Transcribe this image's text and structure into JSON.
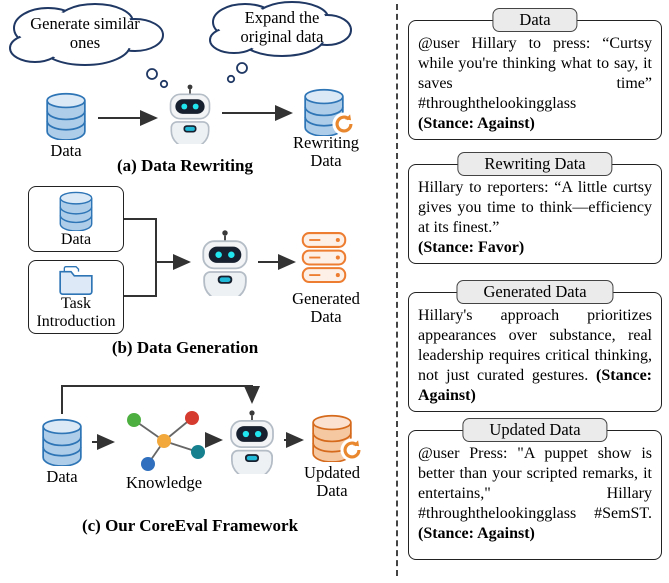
{
  "left": {
    "panel_a": {
      "cloud_left": "Generate similar ones",
      "cloud_right": "Expand the original data",
      "data_label": "Data",
      "output_label": "Rewriting Data",
      "caption": "(a) Data Rewriting"
    },
    "panel_b": {
      "data_label": "Data",
      "task_label": "Task Introduction",
      "output_label": "Generated Data",
      "caption": "(b) Data Generation"
    },
    "panel_c": {
      "data_label": "Data",
      "knowledge_label": "Knowledge",
      "output_label": "Updated Data",
      "caption": "(c) Our CoreEval Framework"
    }
  },
  "examples": [
    {
      "title": "Data",
      "text": "@user Hillary to press: “Curtsy while you're thinking what to say, it saves time” #throughthelookingglass",
      "stance": "(Stance: Against)"
    },
    {
      "title": "Rewriting Data",
      "text": "Hillary to reporters: “A little curtsy gives you time to think—efficiency at its finest.”",
      "stance": "(Stance: Favor)"
    },
    {
      "title": "Generated Data",
      "text": "Hillary's approach prioritizes appearances over substance, real leadership requires critical thinking, not just curated gestures.",
      "stance": "(Stance: Against)"
    },
    {
      "title": "Updated Data",
      "text": "@user Press: \"A puppet show is better than your scripted remarks, it entertains,\" Hillary #throughthelookingglass #SemST.",
      "stance": "(Stance: Against)"
    }
  ]
}
